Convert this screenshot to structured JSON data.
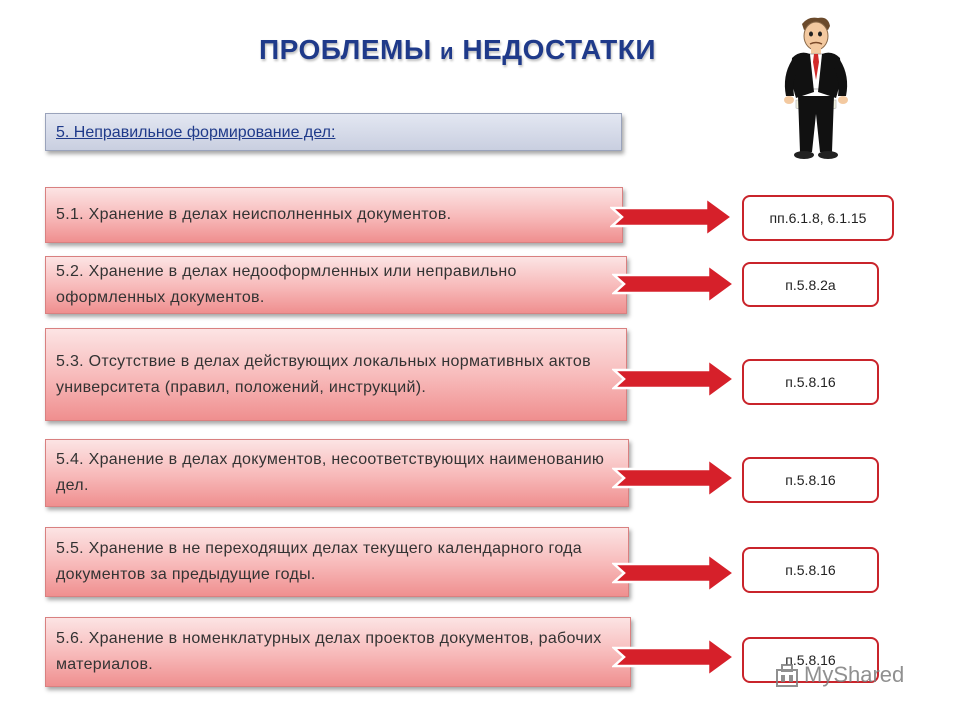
{
  "title": {
    "main": "ПРОБЛЕМЫ",
    "conj": "и",
    "rest": "НЕДОСТАТКИ"
  },
  "heading": "5. Неправильное формирование дел:",
  "items": [
    {
      "text": "5.1. Хранение в делах неисполненных документов.",
      "ref": "пп.6.1.8, 6.1.15"
    },
    {
      "text": "5.2. Хранение в делах недооформленных или неправильно оформленных документов.",
      "ref": "п.5.8.2а"
    },
    {
      "text": "5.3. Отсутствие в делах действующих локальных нормативных актов университета (правил, положений, инструкций).",
      "ref": "п.5.8.16"
    },
    {
      "text": "5.4. Хранение в делах документов, несоответствующих наименованию дел.",
      "ref": "п.5.8.16"
    },
    {
      "text": "5.5. Хранение в не переходящих делах текущего календарного года документов за предыдущие годы.",
      "ref": "п.5.8.16"
    },
    {
      "text": "5.6. Хранение в номенклатурных делах проектов документов, рабочих материалов.",
      "ref": "п.5.8.16"
    }
  ],
  "watermark": {
    "brand": "MyShared"
  },
  "colors": {
    "title": "#1f3a8a",
    "arrow": "#d6202a",
    "ref_border": "#c9242b",
    "item_bg": "#f7b8b8"
  },
  "icons": {
    "figure": "man-with-empty-pockets-icon",
    "watermark": "myshared-logo-icon"
  }
}
